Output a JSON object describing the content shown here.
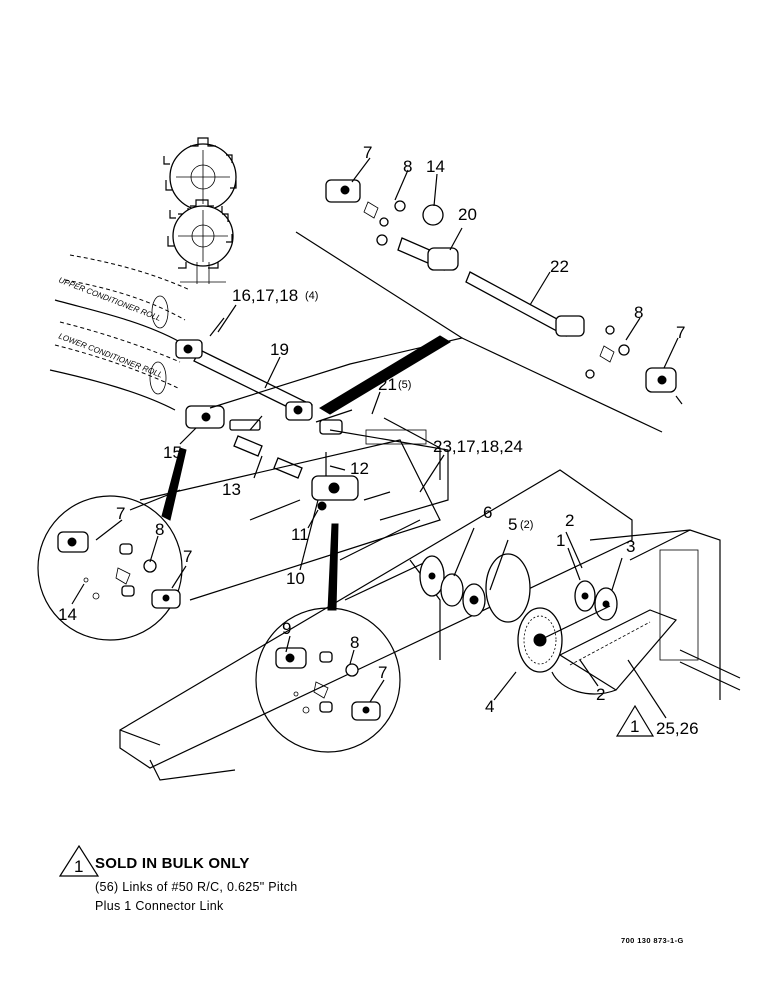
{
  "diagram": {
    "roll_labels": {
      "upper": "UPPER CONDITIONER ROLL",
      "lower": "LOWER CONDITIONER ROLL"
    },
    "callouts": {
      "c7_top": "7",
      "c8_top": "8",
      "c14_top": "14",
      "c20": "20",
      "c22": "22",
      "c8_right": "8",
      "c7_right": "7",
      "c16": "16,17,18",
      "c16_qty": "(4)",
      "c19": "19",
      "c21": "21",
      "c21_qty": "(5)",
      "c23": "23,17,18,24",
      "c12": "12",
      "c13": "13",
      "c15": "15",
      "c11": "11",
      "c10": "10",
      "c6": "6",
      "c5": "5",
      "c5_qty": "(2)",
      "c2_top": "2",
      "c1": "1",
      "c3": "3",
      "c4": "4",
      "c2_bottom": "2",
      "c25": "25,26",
      "tri_ref": "1",
      "cl_7a": "7",
      "cl_8": "8",
      "cl_7b": "7",
      "cl_14": "14",
      "cr_9": "9",
      "cr_8": "8",
      "cr_7": "7"
    }
  },
  "note": {
    "symbol": "1",
    "title": "SOLD IN BULK ONLY",
    "line1": "(56) Links of #50 R/C, 0.625\" Pitch",
    "line2": "Plus 1 Connector Link"
  },
  "drawing_number": "700 130 873-1-G"
}
